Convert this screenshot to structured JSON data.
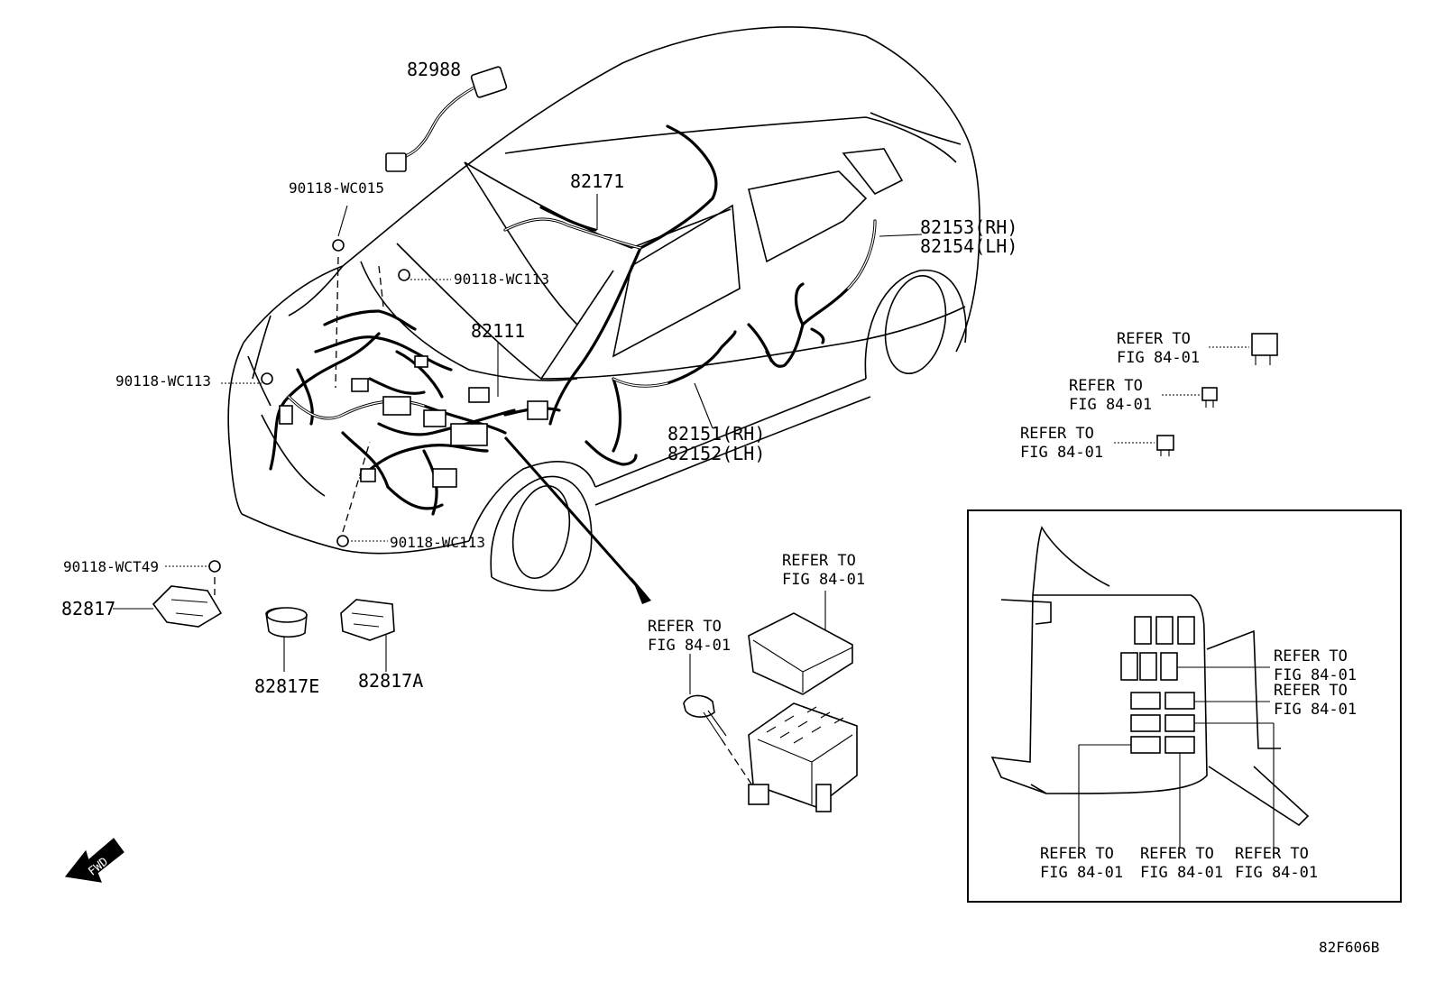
{
  "diagram_code": "82F606B",
  "direction_marker": "FWD",
  "parts": {
    "p82988": "82988",
    "p82171": "82171",
    "p82111": "82111",
    "p82153": "82153(RH)",
    "p82154": "82154(LH)",
    "p82151": "82151(RH)",
    "p82152": "82152(LH)",
    "p82817": "82817",
    "p82817E": "82817E",
    "p82817A": "82817A",
    "b_wc015": "90118-WC015",
    "b_wc113_top": "90118-WC113",
    "b_wc113_left": "90118-WC113",
    "b_wc113_bottom": "90118-WC113",
    "b_wct49": "90118-WCT49"
  },
  "refer": {
    "line1": "REFER TO",
    "line2": "FIG 84-01"
  }
}
